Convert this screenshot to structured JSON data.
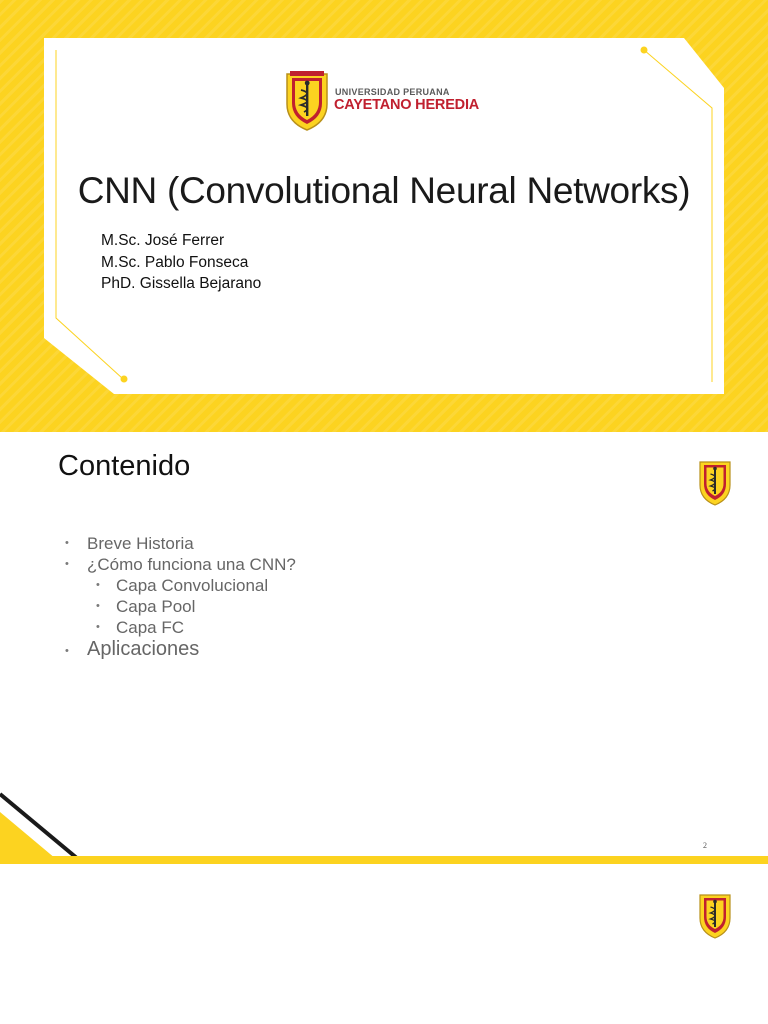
{
  "slide1": {
    "university_line1": "UNIVERSIDAD PERUANA",
    "university_line2": "CAYETANO HEREDIA",
    "title": "CNN (Convolutional Neural Networks)",
    "authors": [
      "M.Sc. José Ferrer",
      "M.Sc. Pablo Fonseca",
      "PhD. Gissella Bejarano"
    ]
  },
  "slide2": {
    "title": "Contenido",
    "bullets": [
      {
        "text": "Breve Historia",
        "level": 1
      },
      {
        "text": "¿Cómo funciona una CNN?",
        "level": 1
      },
      {
        "text": "Capa Convolucional",
        "level": 2
      },
      {
        "text": "Capa Pool",
        "level": 2
      },
      {
        "text": "Capa FC",
        "level": 2
      },
      {
        "text": "Aplicaciones",
        "level": 1
      }
    ],
    "page_number": "2"
  },
  "colors": {
    "brand_yellow": "#fcd320",
    "brand_red": "#c0202f",
    "text_gray": "#666666"
  },
  "icons": {
    "logo": "upch-shield-icon"
  }
}
